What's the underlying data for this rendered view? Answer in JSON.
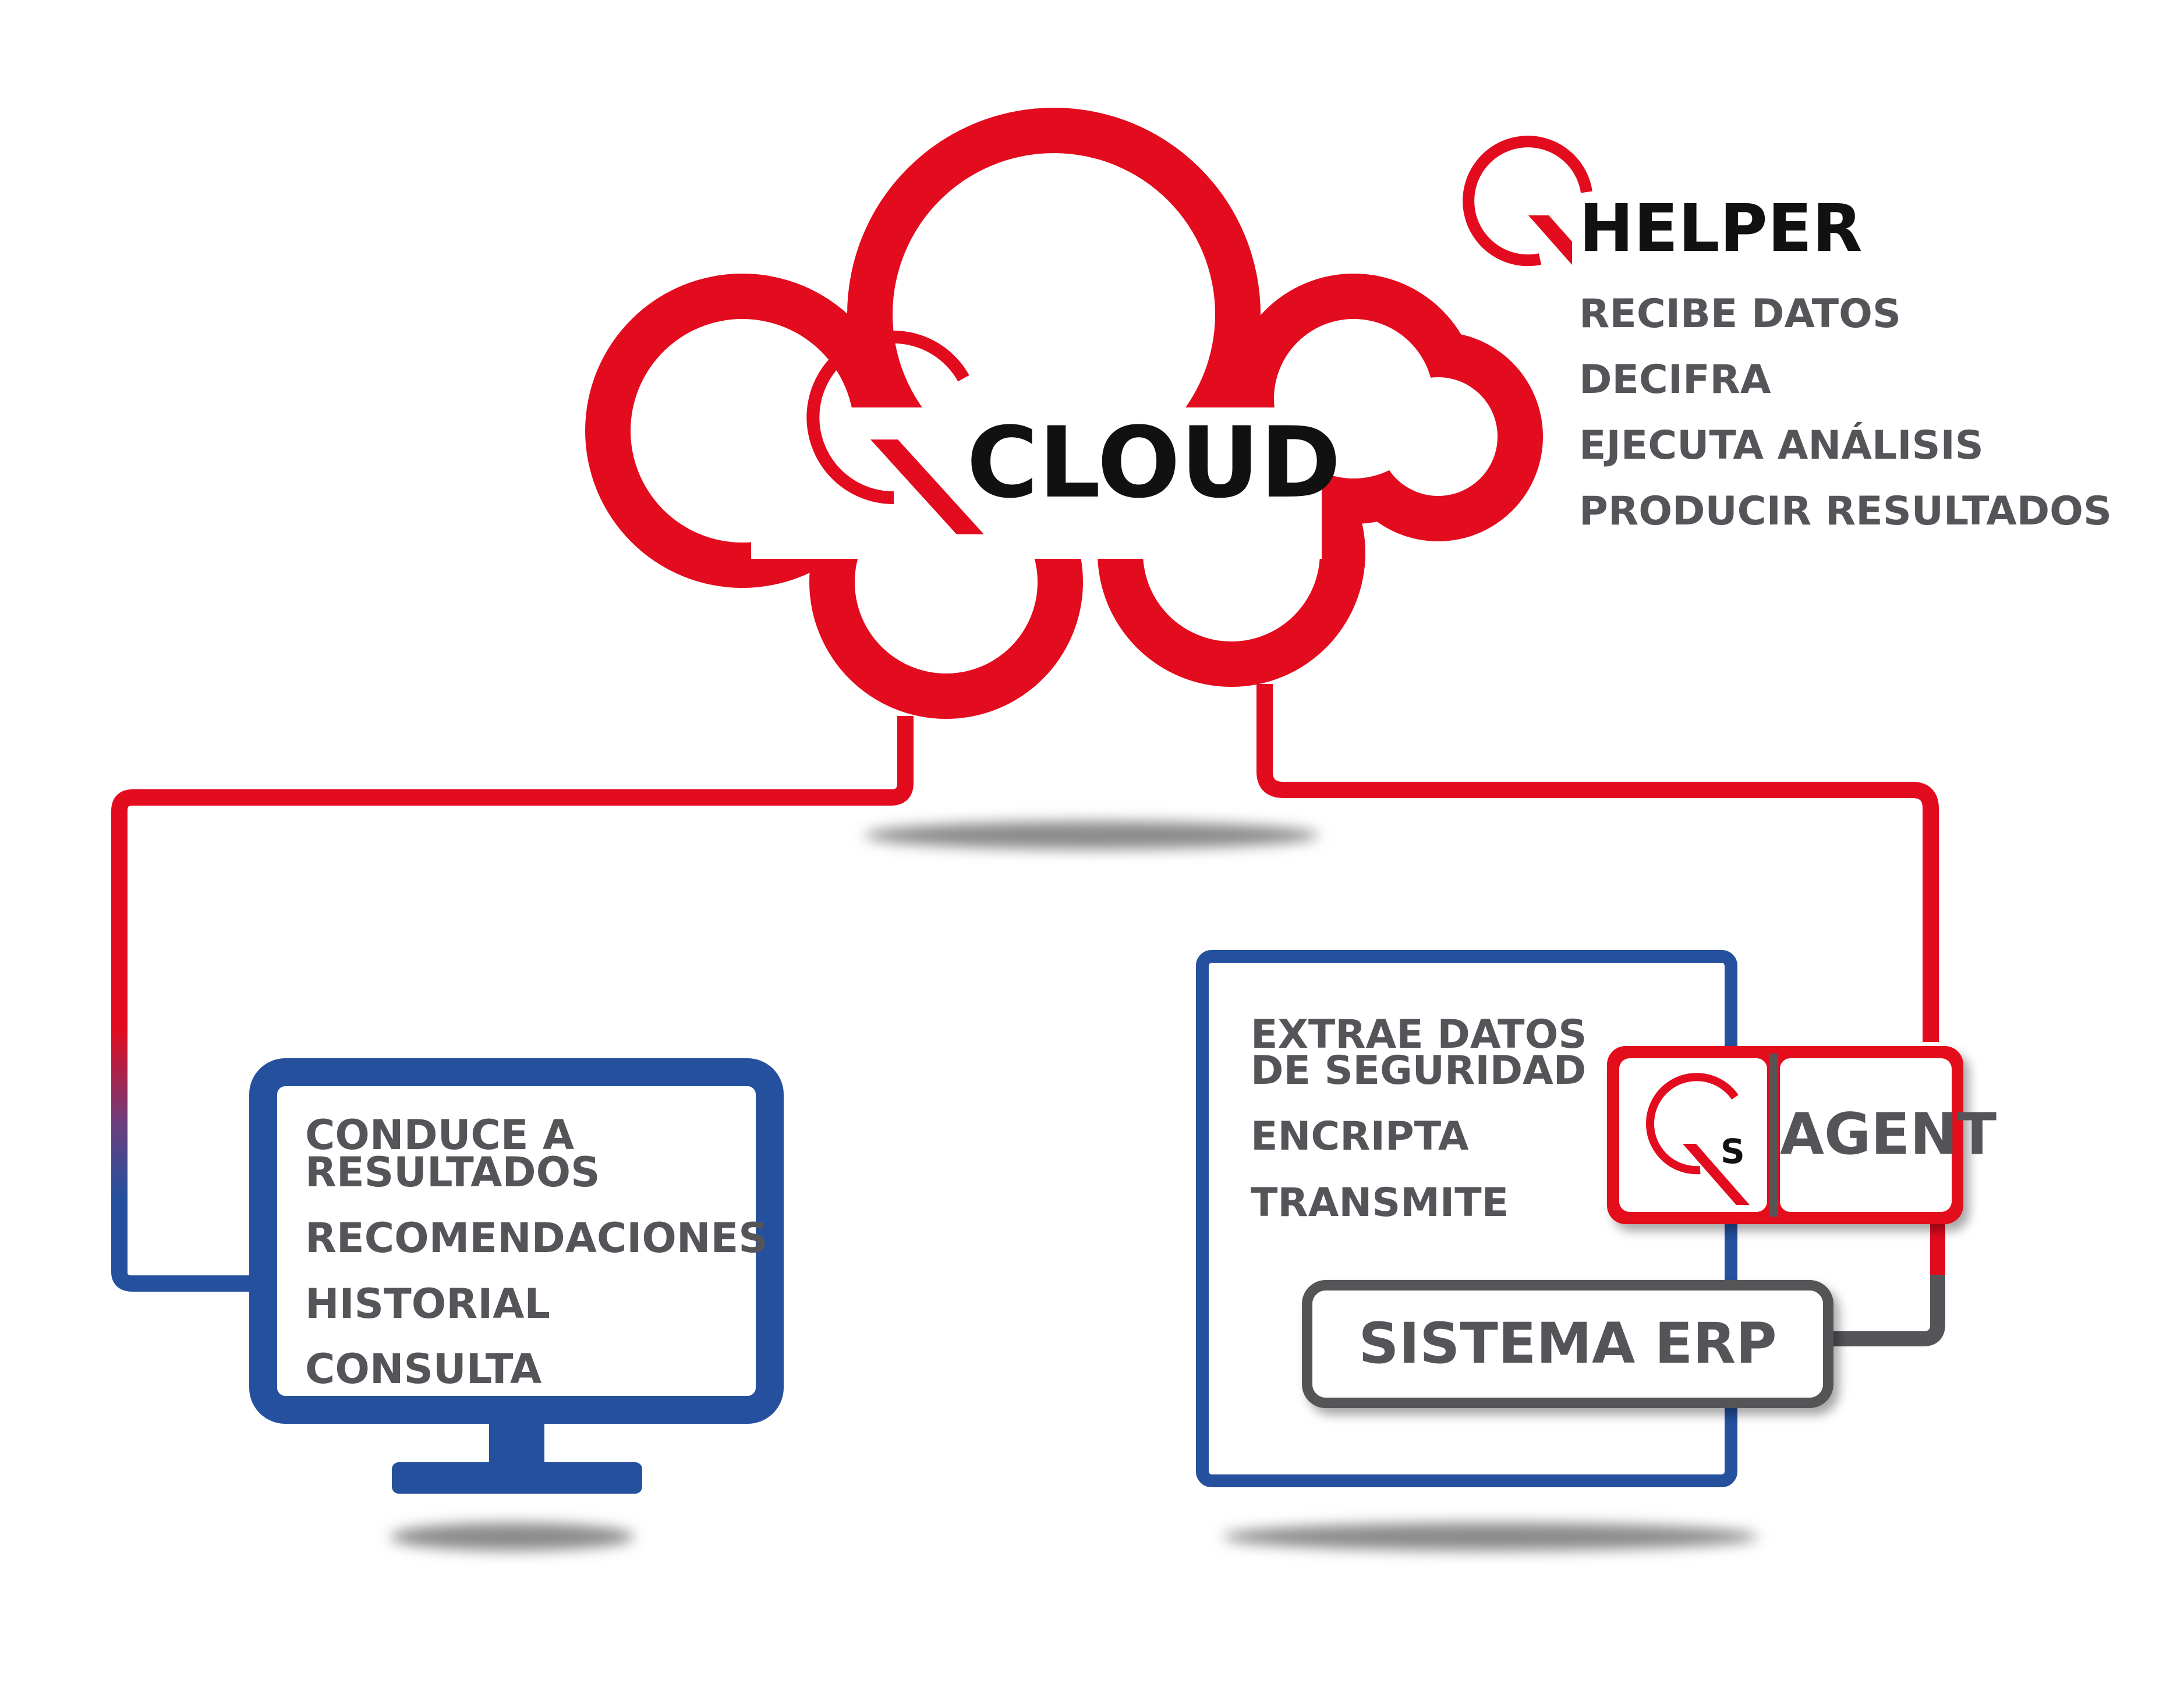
{
  "colors": {
    "brand_red": "#E30B1E",
    "screen_blue": "#24509E",
    "text_gray": "#555559",
    "erp_gray": "#555559",
    "title_black": "#111111"
  },
  "cloud": {
    "title": "CLOUD",
    "logo_icon": "q-logo-icon"
  },
  "helper": {
    "title": "HELPER",
    "logo_icon": "q-logo-icon",
    "items": [
      "RECIBE DATOS",
      "DECIFRA",
      "EJECUTA ANÁLISIS",
      "PRODUCIR RESULTADOS"
    ]
  },
  "monitor": {
    "icon": "monitor-icon",
    "items": [
      "CONDUCE A\nRESULTADOS",
      "RECOMENDACIONES",
      "HISTORIAL",
      "CONSULTA"
    ]
  },
  "server": {
    "items": [
      "EXTRAE DATOS\nDE SEGURIDAD",
      "ENCRIPTA",
      "TRANSMITE"
    ]
  },
  "agent": {
    "logo_icon": "qs-logo-icon",
    "logo_letter": "S",
    "label": "AGENT"
  },
  "erp": {
    "label": "SISTEMA ERP"
  }
}
